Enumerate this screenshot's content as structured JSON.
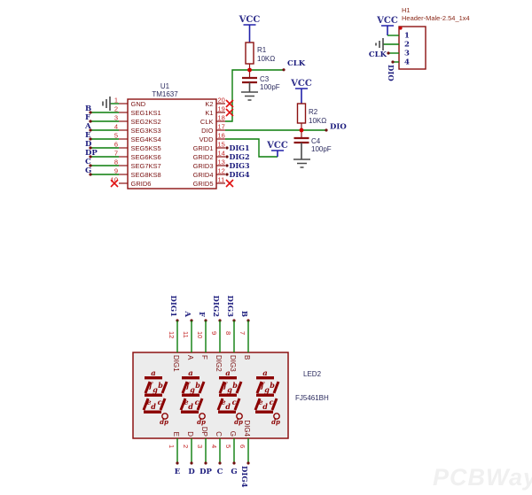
{
  "colors": {
    "wire_green": "#0a7d0a",
    "symbol_maroon": "#8c1111",
    "pin_number_red": "#c22020",
    "pin_name_maroon": "#7a1010",
    "net_label_navy": "#1c1c7d",
    "value_navy": "#2a2a5e",
    "vcc_blue": "#2222aa",
    "gnd_gray": "#4a4a4a",
    "nc_x_red": "#e01010",
    "junction_red": "#cc0000",
    "segment_dark_red": "#8b0000",
    "led_fill": "#ececec"
  },
  "nets": {
    "vcc": "VCC",
    "clk": "CLK",
    "dio": "DIO"
  },
  "u1": {
    "designator": "U1",
    "part": "TM1637",
    "left_pins": [
      {
        "num": "1",
        "name": "GND",
        "gnd": true
      },
      {
        "num": "2",
        "name": "SEG1KS1",
        "net": "B"
      },
      {
        "num": "3",
        "name": "SEG2KS2",
        "net": "F"
      },
      {
        "num": "4",
        "name": "SEG3KS3",
        "net": "A"
      },
      {
        "num": "5",
        "name": "SEG4KS4",
        "net": "E"
      },
      {
        "num": "6",
        "name": "SEG5KS5",
        "net": "D"
      },
      {
        "num": "7",
        "name": "SEG6KS6",
        "net": "DP"
      },
      {
        "num": "8",
        "name": "SEG7KS7",
        "net": "C"
      },
      {
        "num": "9",
        "name": "SEG8KS8",
        "net": "G"
      },
      {
        "num": "10",
        "name": "GRID6",
        "nc": true
      }
    ],
    "right_pins": [
      {
        "num": "20",
        "name": "K2",
        "nc": true
      },
      {
        "num": "19",
        "name": "K1",
        "nc": true
      },
      {
        "num": "18",
        "name": "CLK"
      },
      {
        "num": "17",
        "name": "DIO"
      },
      {
        "num": "16",
        "name": "VDD"
      },
      {
        "num": "15",
        "name": "GRID1",
        "net": "DIG1"
      },
      {
        "num": "14",
        "name": "GRID2",
        "net": "DIG2"
      },
      {
        "num": "13",
        "name": "GRID3",
        "net": "DIG3"
      },
      {
        "num": "12",
        "name": "GRID4",
        "net": "DIG4"
      },
      {
        "num": "11",
        "name": "GRID5",
        "nc": true
      }
    ]
  },
  "r1": {
    "designator": "R1",
    "value": "10KΩ"
  },
  "r2": {
    "designator": "R2",
    "value": "10KΩ"
  },
  "c3": {
    "designator": "C3",
    "value": "100pF"
  },
  "c4": {
    "designator": "C4",
    "value": "100pF"
  },
  "h1": {
    "designator": "H1",
    "part": "Header-Male-2.54_1x4",
    "pin_numbers": [
      "1",
      "2",
      "3",
      "4"
    ],
    "pin_nets": [
      "VCC",
      "GND",
      "CLK",
      "DIO"
    ]
  },
  "led": {
    "designator": "LED2",
    "part": "FJ5461BH",
    "digit_count": 4,
    "top_pins": [
      {
        "num": "12",
        "name": "DIG1",
        "net": "DIG1"
      },
      {
        "num": "11",
        "name": "A",
        "net": "A"
      },
      {
        "num": "10",
        "name": "F",
        "net": "F"
      },
      {
        "num": "9",
        "name": "DIG2",
        "net": "DIG2"
      },
      {
        "num": "8",
        "name": "DIG3",
        "net": "DIG3"
      },
      {
        "num": "7",
        "name": "B",
        "net": "B"
      }
    ],
    "bottom_pins": [
      {
        "num": "1",
        "name": "E",
        "net": "E"
      },
      {
        "num": "2",
        "name": "D",
        "net": "D"
      },
      {
        "num": "3",
        "name": "DP",
        "net": "DP"
      },
      {
        "num": "4",
        "name": "C",
        "net": "C"
      },
      {
        "num": "5",
        "name": "G",
        "net": "G"
      },
      {
        "num": "6",
        "name": "DIG4",
        "net": "DIG4",
        "vertical_net": true
      }
    ],
    "segments": [
      "a",
      "f",
      "g",
      "b",
      "e",
      "d",
      "c",
      "dp"
    ]
  },
  "watermark": {
    "text": "PCBWay"
  }
}
